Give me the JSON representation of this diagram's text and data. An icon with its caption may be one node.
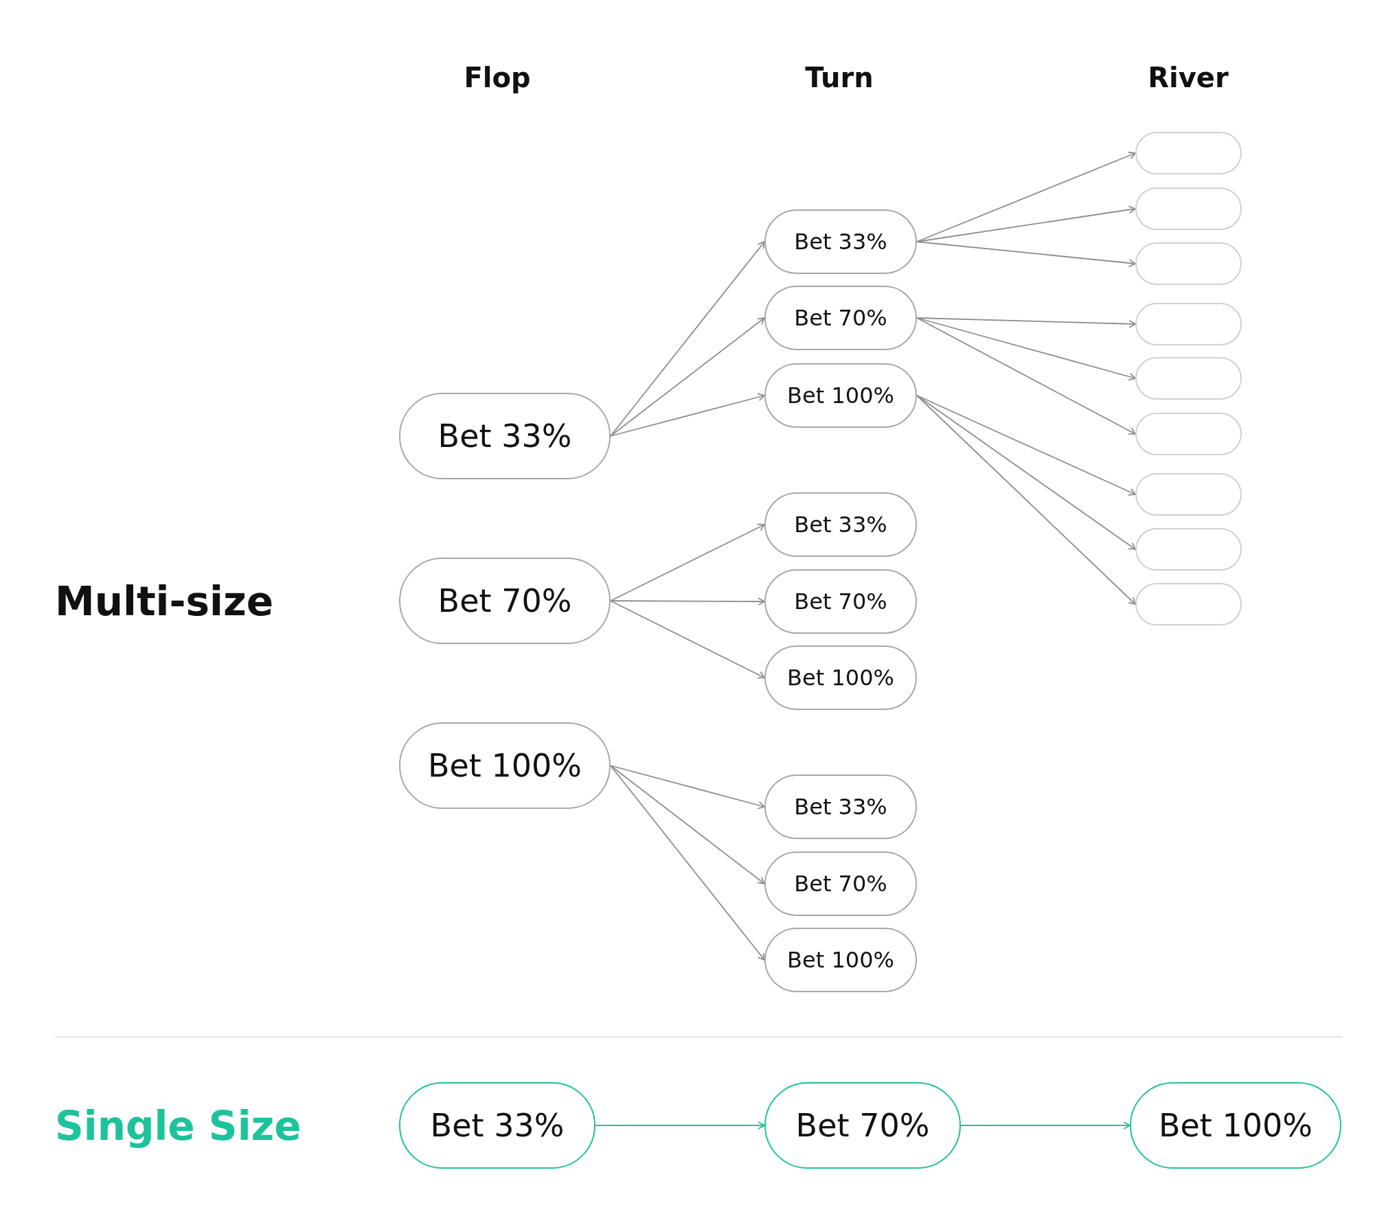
{
  "diagram": {
    "nodes": [
      {
        "text": [
          "Bet 33%"
        ]
      },
      {
        "text": [
          "Bet 70%"
        ]
      },
      {
        "text": [
          "Bet 100%"
        ]
      },
      {
        "text": [
          "Bet 33%"
        ]
      },
      {
        "text": [
          "Bet 70%"
        ]
      },
      {
        "text": [
          "Bet 100%"
        ]
      },
      {
        "text": [
          "Bet 33%"
        ]
      },
      {
        "text": [
          "Bet 70%"
        ]
      },
      {
        "text": [
          "Bet 100%"
        ]
      },
      {
        "text": [
          "Bet 33%"
        ]
      },
      {
        "text": [
          "Bet 70%"
        ]
      },
      {
        "text": [
          "Bet 100%"
        ]
      },
      {
        "text": [],
        "shape": "box"
      },
      {
        "text": [],
        "shape": "box"
      },
      {
        "text": [],
        "shape": "box"
      },
      {
        "text": [],
        "shape": "box"
      },
      {
        "text": [],
        "shape": "box"
      },
      {
        "text": [],
        "shape": "box"
      },
      {
        "text": [],
        "shape": "box"
      },
      {
        "text": [],
        "shape": "box"
      },
      {
        "text": [],
        "shape": "box"
      },
      {
        "text": [
          "Bet 33%"
        ]
      },
      {
        "text": [
          "Bet 70%"
        ]
      },
      {
        "text": [
          "Bet 100%"
        ]
      }
    ],
    "edges": [
      {
        "from": 0,
        "to": 3,
        "arrow": "to"
      },
      {
        "from": 0,
        "to": 4,
        "arrow": "to"
      },
      {
        "from": 0,
        "to": 5,
        "arrow": "to"
      },
      {
        "from": 1,
        "to": 6,
        "arrow": "to"
      },
      {
        "from": 1,
        "to": 7,
        "arrow": "to"
      },
      {
        "from": 1,
        "to": 8,
        "arrow": "to"
      },
      {
        "from": 2,
        "to": 9,
        "arrow": "to"
      },
      {
        "from": 2,
        "to": 10,
        "arrow": "to"
      },
      {
        "from": 2,
        "to": 11,
        "arrow": "to"
      },
      {
        "from": 3,
        "to": 12,
        "arrow": "to"
      },
      {
        "from": 3,
        "to": 13,
        "arrow": "to"
      },
      {
        "from": 3,
        "to": 14,
        "arrow": "to"
      },
      {
        "from": 4,
        "to": 15,
        "arrow": "to"
      },
      {
        "from": 4,
        "to": 16,
        "arrow": "to"
      },
      {
        "from": 4,
        "to": 17,
        "arrow": "to"
      },
      {
        "from": 5,
        "to": 18,
        "arrow": "to"
      },
      {
        "from": 5,
        "to": 19,
        "arrow": "to"
      },
      {
        "from": 5,
        "to": 20,
        "arrow": "to"
      },
      {
        "from": 21,
        "to": 22,
        "arrow": "to",
        "color": "#1dc39a"
      },
      {
        "from": 22,
        "to": 23,
        "arrow": "to",
        "color": "#1dc39a"
      }
    ],
    "labels": [
      "Flop",
      "Turn",
      "River",
      "Multi-size",
      "Single Size"
    ]
  }
}
